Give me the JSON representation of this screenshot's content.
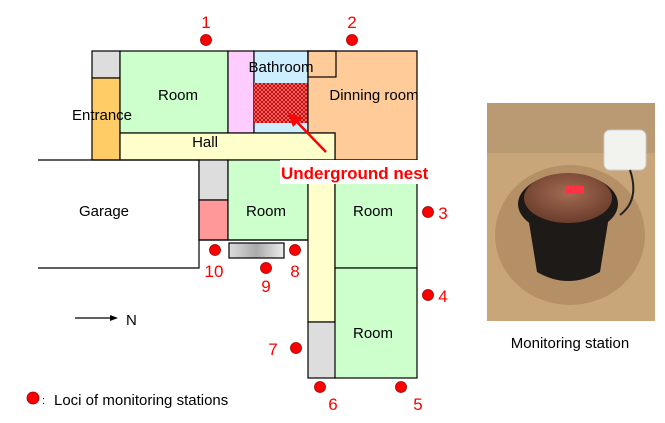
{
  "rooms": {
    "room_top": "Room",
    "bathroom": "Bathroom",
    "dining": "Dinning room",
    "entrance": "Entrance",
    "hall": "Hall",
    "garage": "Garage",
    "room_middle": "Room",
    "room_right": "Room",
    "room_bottom": "Room"
  },
  "nest_label": "Underground nest",
  "stations": [
    "1",
    "2",
    "3",
    "4",
    "5",
    "6",
    "7",
    "8",
    "9",
    "10"
  ],
  "north_label": "N",
  "photo_caption": "Monitoring station",
  "legend": {
    "separator": ":",
    "text": "Loci of monitoring stations"
  },
  "colors": {
    "station": "#ff0000",
    "room": "#ccffcc",
    "nest": "#cc0000"
  }
}
